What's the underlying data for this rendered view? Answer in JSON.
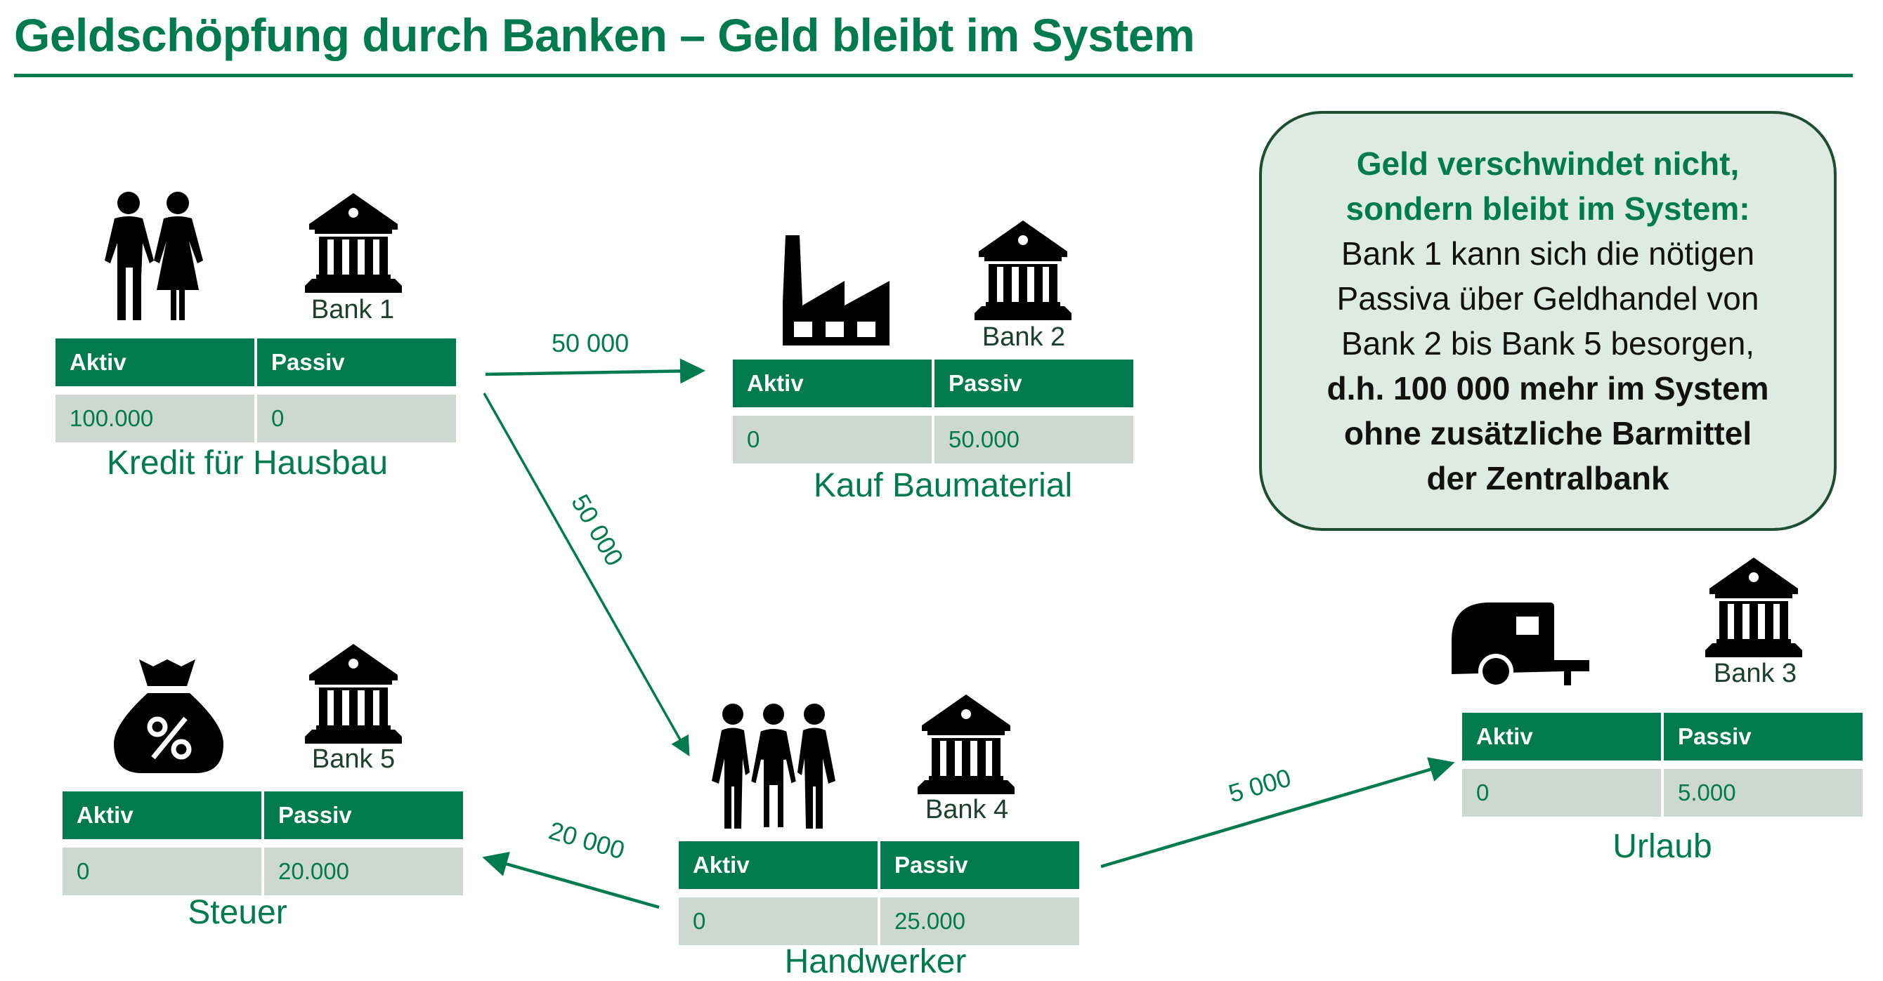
{
  "title": "Geldschöpfung durch Banken – Geld bleibt im System",
  "colors": {
    "accent": "#007A4F",
    "table_header_bg": "#007A4F",
    "table_body_bg": "#CDD8D2",
    "callout_bg": "#DDEBE4",
    "callout_border": "#1E4D33",
    "icon": "#000000"
  },
  "table_headers": {
    "aktiv": "Aktiv",
    "passiv": "Passiv"
  },
  "nodes": {
    "bank1": {
      "icon": "couple-icon",
      "bank_label": "Bank 1",
      "aktiv": "100.000",
      "passiv": "0",
      "caption": "Kredit für Hausbau"
    },
    "bank2": {
      "icon": "factory-icon",
      "bank_label": "Bank 2",
      "aktiv": "0",
      "passiv": "50.000",
      "caption": "Kauf Baumaterial"
    },
    "bank3": {
      "icon": "caravan-icon",
      "bank_label": "Bank 3",
      "aktiv": "0",
      "passiv": "5.000",
      "caption": "Urlaub"
    },
    "bank4": {
      "icon": "group-icon",
      "bank_label": "Bank 4",
      "aktiv": "0",
      "passiv": "25.000",
      "caption": "Handwerker"
    },
    "bank5": {
      "icon": "money-bag-percent-icon",
      "bank_label": "Bank 5",
      "aktiv": "0",
      "passiv": "20.000",
      "caption": "Steuer"
    }
  },
  "flows": [
    {
      "from": "bank1",
      "to": "bank2",
      "amount": "50 000"
    },
    {
      "from": "bank1",
      "to": "bank4",
      "amount": "50 000"
    },
    {
      "from": "bank4",
      "to": "bank5",
      "amount": "20 000"
    },
    {
      "from": "bank4",
      "to": "bank3",
      "amount": "5 000"
    }
  ],
  "callout": {
    "lines": [
      "Geld verschwindet nicht,",
      "sondern bleibt im System:",
      "Bank 1 kann sich die nötigen",
      "Passiva über Geldhandel von",
      "Bank 2 bis Bank 5 besorgen,",
      "d.h. 100 000 mehr im System",
      "ohne zusätzliche Barmittel",
      "der Zentralbank"
    ]
  }
}
